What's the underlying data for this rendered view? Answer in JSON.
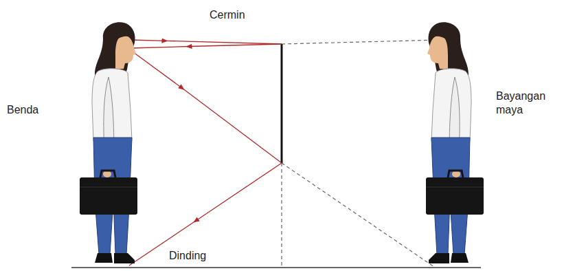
{
  "diagram": {
    "labels": [
      "Cermin",
      "Benda",
      "Bayangan maya",
      "Dinding"
    ]
  }
}
